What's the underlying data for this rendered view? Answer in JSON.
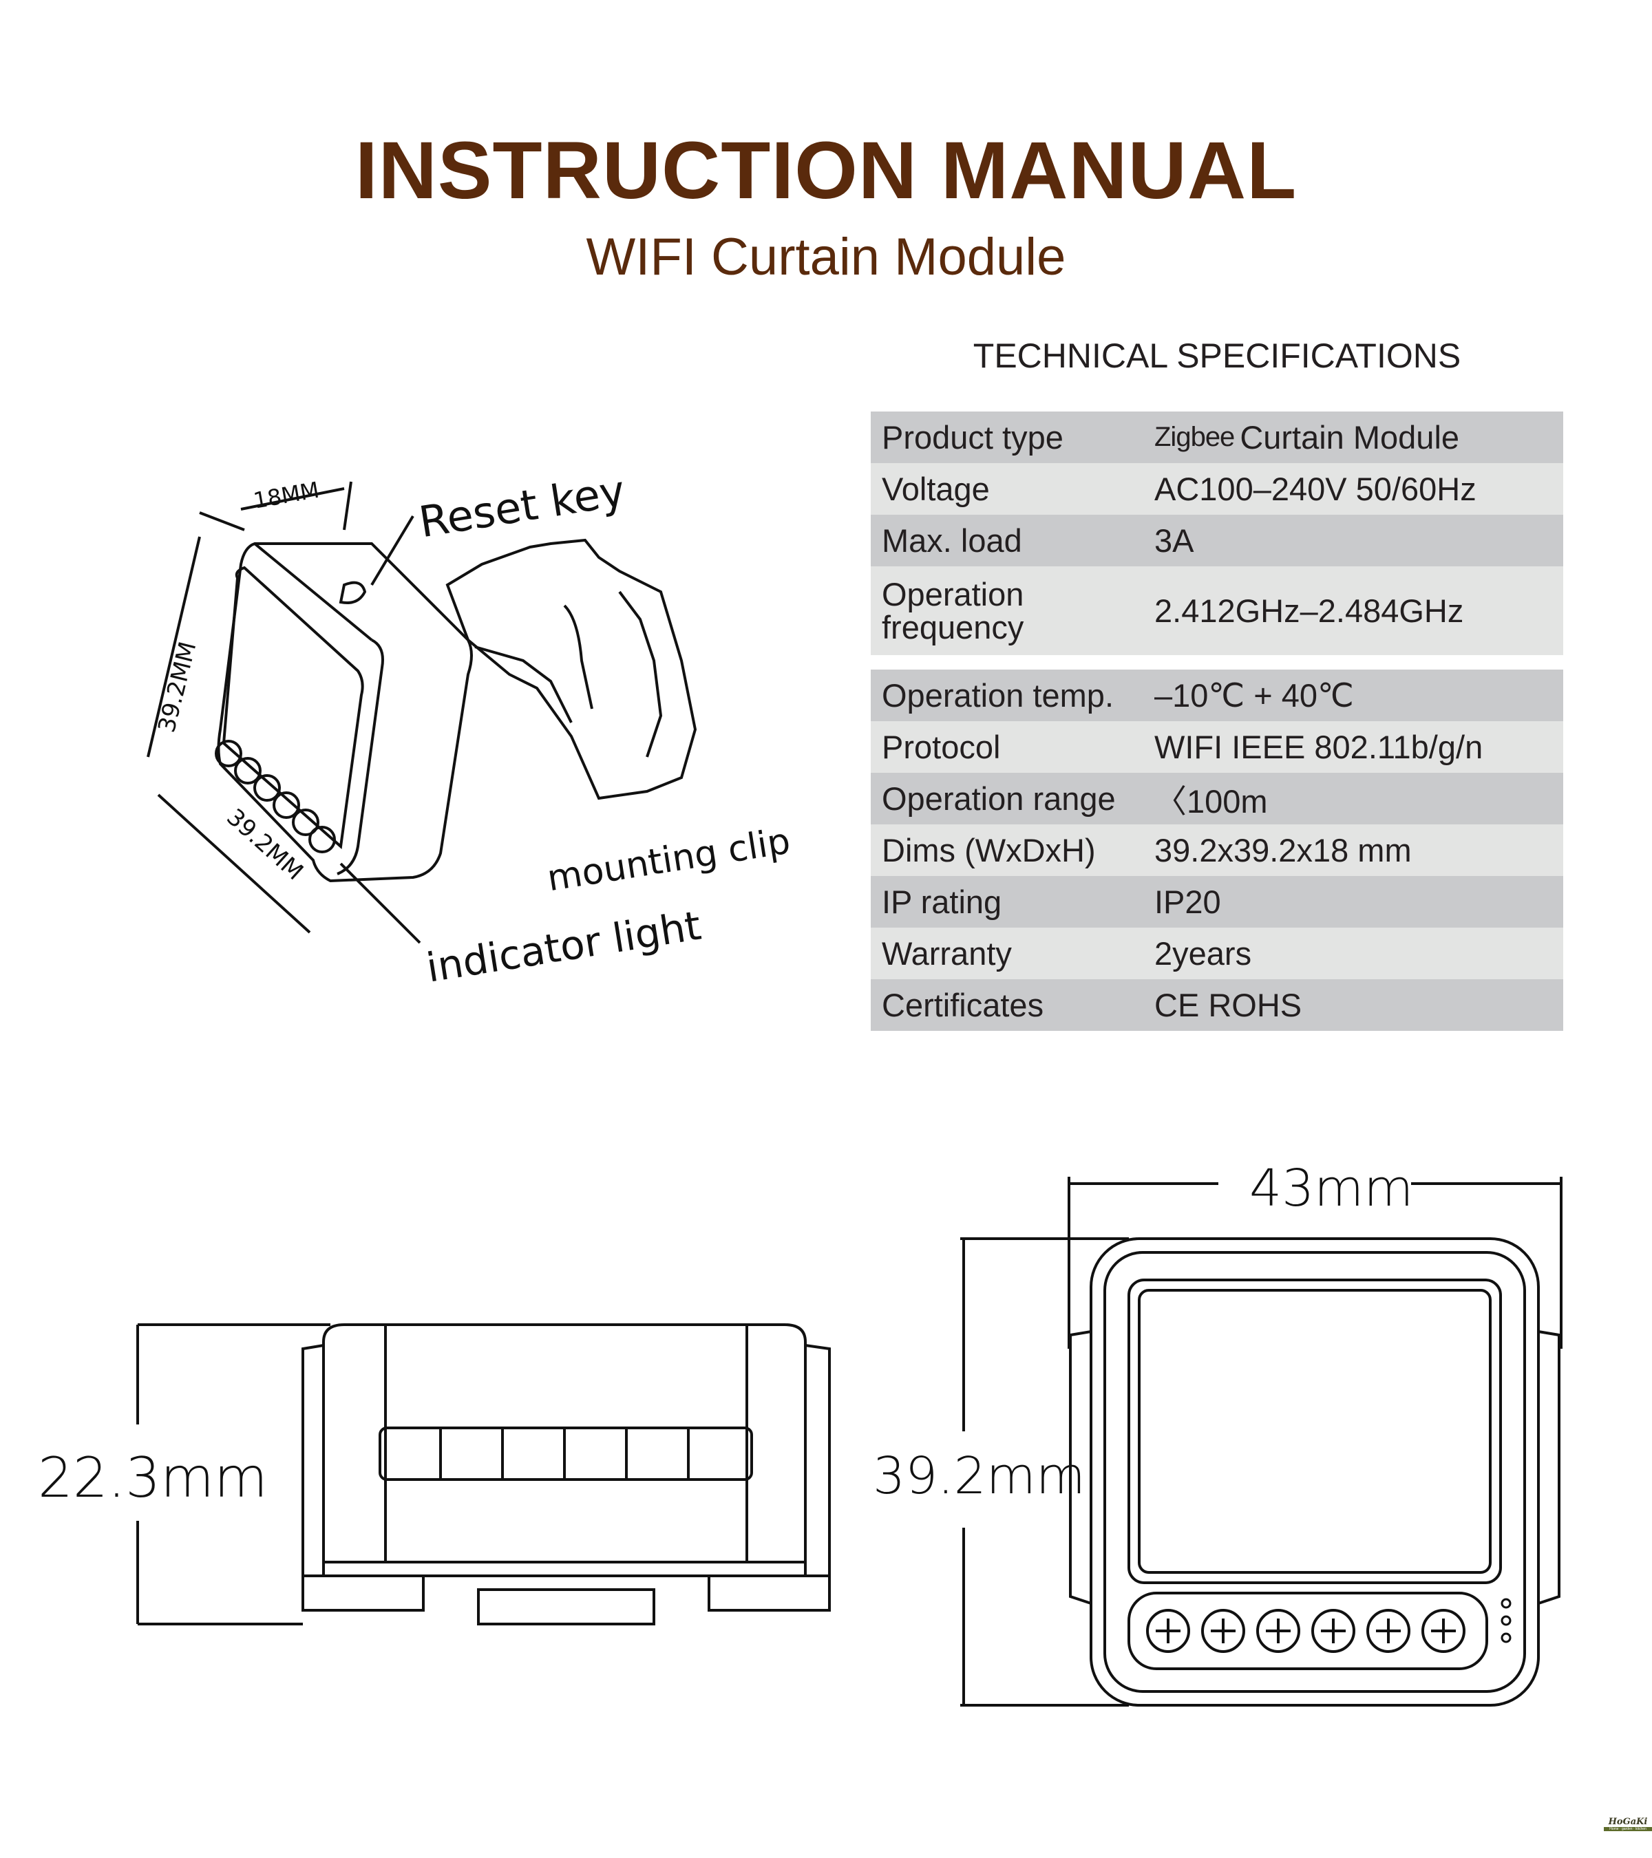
{
  "header": {
    "title": "INSTRUCTION MANUAL",
    "subtitle": "WIFI Curtain Module"
  },
  "specs": {
    "title": "TECHNICAL SPECIFICATIONS",
    "rows": [
      {
        "label": "Product type",
        "value_prefix": "Zigbee",
        "value": "Curtain Module"
      },
      {
        "label": "Voltage",
        "value": "AC100–240V 50/60Hz"
      },
      {
        "label": "Max. load",
        "value": "3A"
      },
      {
        "label": "Operation frequency",
        "value": "2.412GHz–2.484GHz"
      },
      {
        "label": "Operation temp.",
        "value": "–10℃ + 40℃"
      },
      {
        "label": "Protocol",
        "value": "WIFI  IEEE 802.11b/g/n"
      },
      {
        "label": "Operation range",
        "value": "〈100m"
      },
      {
        "label": "Dims (WxDxH)",
        "value": "39.2x39.2x18 mm"
      },
      {
        "label": "IP rating",
        "value": "IP20"
      },
      {
        "label": "Warranty",
        "value": "2years"
      },
      {
        "label": "Certificates",
        "value": "CE ROHS"
      }
    ]
  },
  "iso_drawing": {
    "reset_key": "Reset key",
    "width_dim": "18MM",
    "height_dim": "39.2MM",
    "depth_dim": "39.2MM",
    "mounting_clip": "mounting clip",
    "indicator_light": "indicator light"
  },
  "side_view": {
    "height_dim": "22.3mm"
  },
  "front_view": {
    "width_dim": "43mm",
    "height_dim": "39.2mm"
  },
  "logo": {
    "name": "HoGaKi",
    "tagline": "Home · garden · kitchen"
  }
}
